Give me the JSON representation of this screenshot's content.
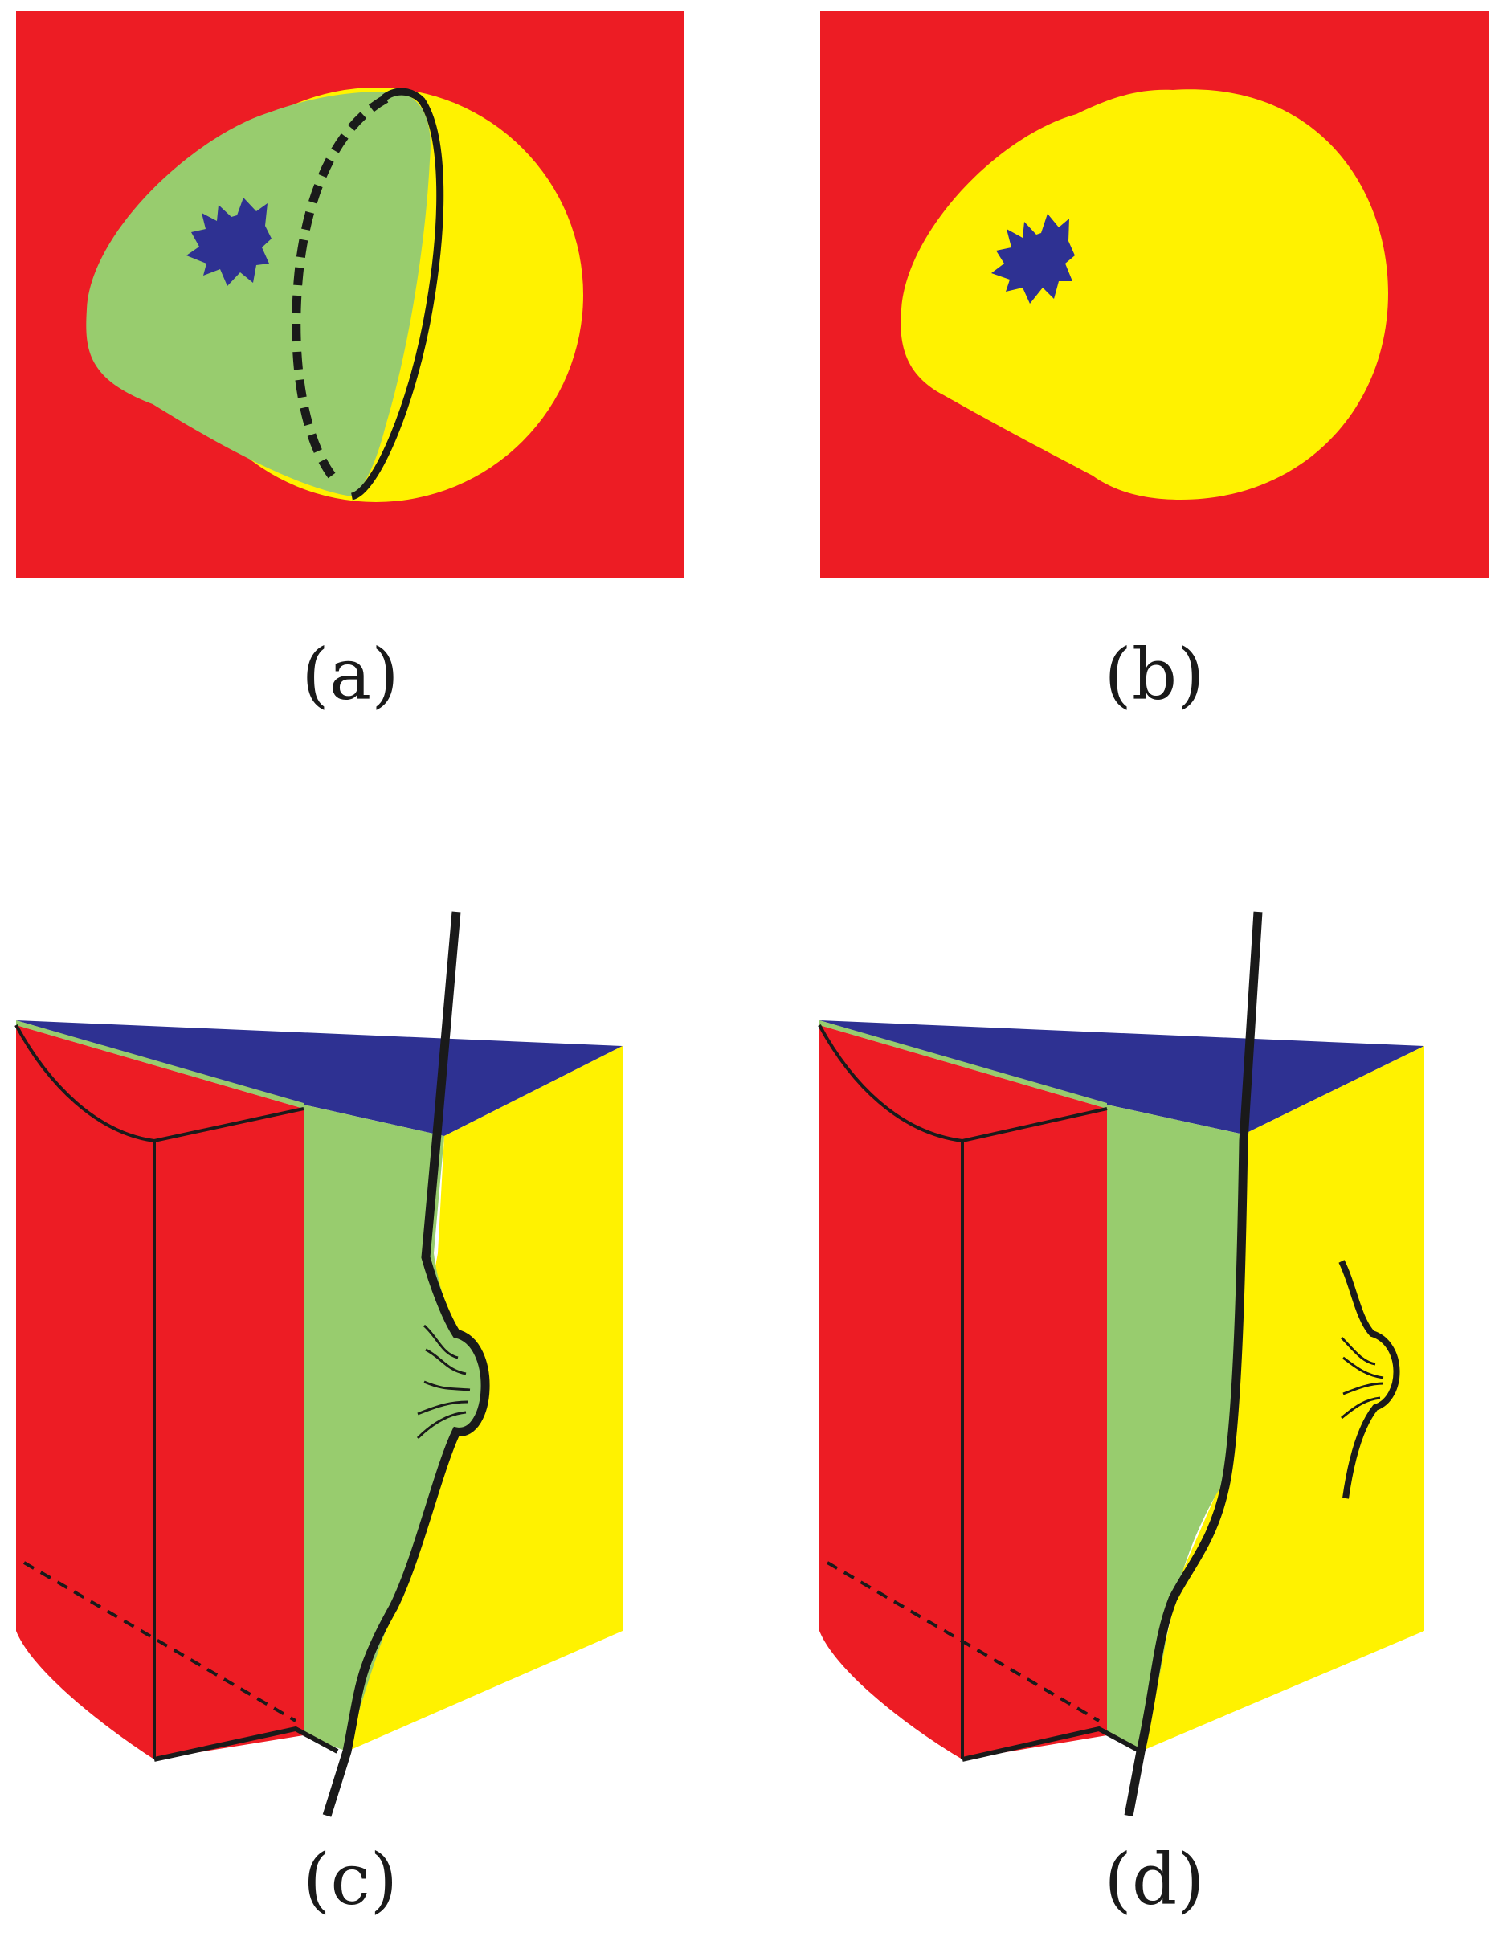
{
  "panels": [
    {
      "id": "a",
      "label": "(a)"
    },
    {
      "id": "b",
      "label": "(b)"
    },
    {
      "id": "c",
      "label": "(c)"
    },
    {
      "id": "d",
      "label": "(d)"
    }
  ],
  "colors": {
    "red": "#ED1C24",
    "yellow": "#FFF200",
    "green": "#98CC6E",
    "blue": "#2E3192",
    "line": "#1a1a1a"
  },
  "icons": {
    "star": "star-icon"
  }
}
